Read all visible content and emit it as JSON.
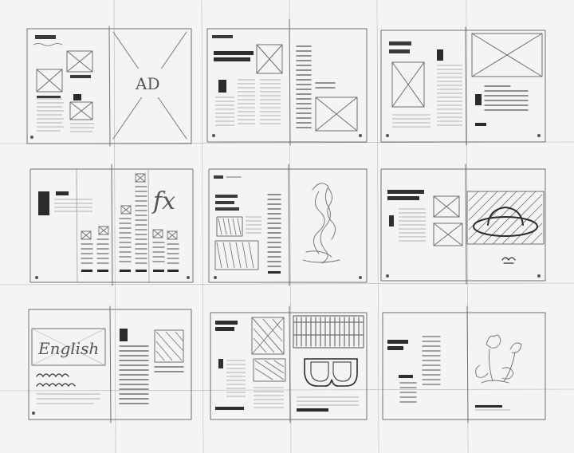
{
  "sheet": {
    "paper_color": "#f4f4f2",
    "pencil_color": "#6f6f6f",
    "dark_mark_color": "#2b2b2b"
  },
  "spreads": [
    {
      "id": "spread-1",
      "label": "AD",
      "label2": "",
      "page_num_left": "",
      "page_num_right": ""
    },
    {
      "id": "spread-2",
      "label": "",
      "label2": "",
      "page_num_left": "",
      "page_num_right": ""
    },
    {
      "id": "spread-3",
      "label": "",
      "label2": "",
      "page_num_left": "",
      "page_num_right": ""
    },
    {
      "id": "spread-4",
      "label": "fx",
      "label2": "",
      "page_num_left": "",
      "page_num_right": ""
    },
    {
      "id": "spread-5",
      "label": "",
      "label2": "",
      "page_num_left": "",
      "page_num_right": ""
    },
    {
      "id": "spread-6",
      "label": "",
      "label2": "",
      "page_num_left": "",
      "page_num_right": ""
    },
    {
      "id": "spread-7",
      "label": "English",
      "label2": "",
      "page_num_left": "",
      "page_num_right": ""
    },
    {
      "id": "spread-8",
      "label": "",
      "label2": "",
      "page_num_left": "",
      "page_num_right": ""
    },
    {
      "id": "spread-9",
      "label": "",
      "label2": "",
      "page_num_left": "",
      "page_num_right": ""
    }
  ]
}
